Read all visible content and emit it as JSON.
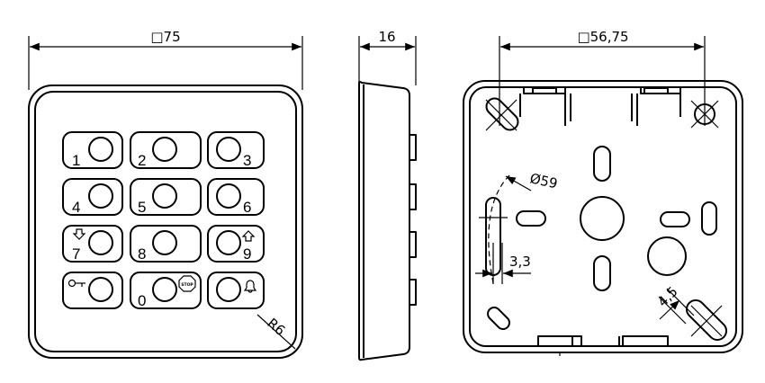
{
  "dimensions": {
    "front_width": "□75",
    "side_depth": "16",
    "back_width": "□56,75",
    "corner_radius": "R6",
    "hole_diameter": "Ø59",
    "wall_offset": "3,3",
    "slot_width": "4,5"
  },
  "keypad": {
    "keys": [
      "1",
      "2",
      "3",
      "4",
      "5",
      "6",
      "7",
      "8",
      "9",
      "",
      "0",
      ""
    ],
    "stop_label": "STOP"
  }
}
